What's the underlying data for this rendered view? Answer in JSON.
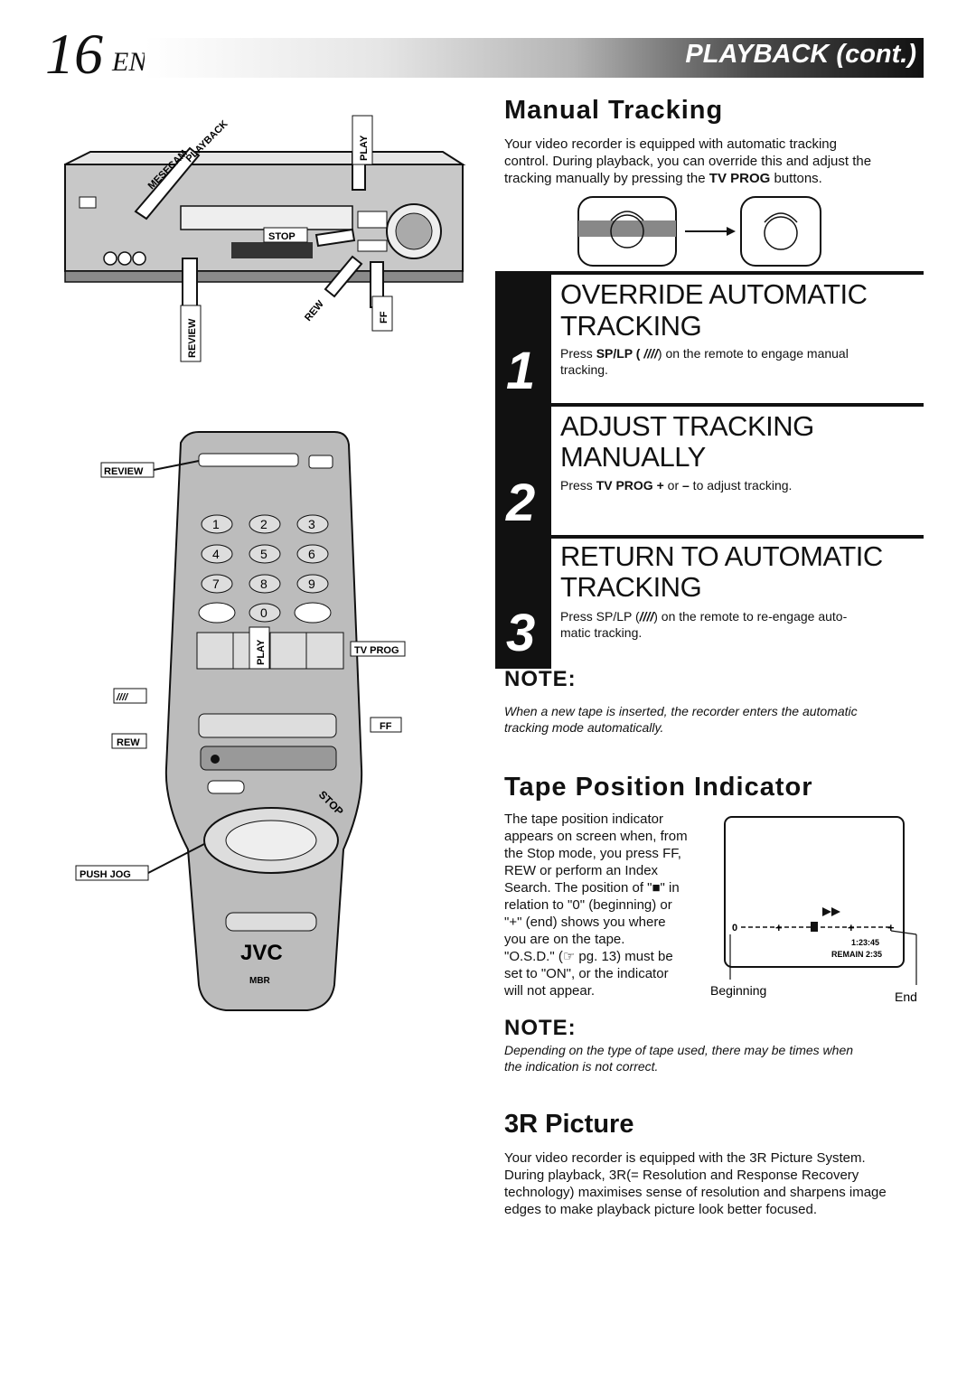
{
  "header": {
    "page_number": "16",
    "language": "EN",
    "section": "PLAYBACK (cont.)"
  },
  "manual_tracking": {
    "title": "Manual Tracking",
    "intro_1": "Your video recorder is equipped with automatic tracking",
    "intro_2": "control. During playback, you can override this and adjust the",
    "intro_3a": "tracking manually by pressing the ",
    "intro_3b": "TV PROG",
    "intro_3c": " buttons."
  },
  "steps": [
    {
      "number": "1",
      "title_1": "Override Automatic",
      "title_2": "Tracking",
      "text_a": "Press ",
      "text_b": "SP/LP (",
      "text_c": ") on the remote to engage manual",
      "text_d": "tracking."
    },
    {
      "number": "2",
      "title_1": "Adjust Tracking",
      "title_2": "Manually",
      "text_a": "Press ",
      "text_b": "TV PROG +",
      "text_c": " or ",
      "text_d": "–",
      "text_e": " to adjust tracking."
    },
    {
      "number": "3",
      "title_1": "Return To Automatic",
      "title_2": "Tracking",
      "text_a": "Press SP/LP (",
      "text_b": ") on the remote to re-engage auto-",
      "text_c": "matic tracking."
    }
  ],
  "note1": {
    "heading": "NOTE:",
    "text_1": "When a new tape is inserted, the recorder enters the automatic",
    "text_2": "tracking mode automatically."
  },
  "tape_position": {
    "title": "Tape Position Indicator",
    "lines": [
      "The tape position indicator",
      "appears on screen when, from",
      "the Stop mode, you press FF,",
      "REW or perform an Index",
      "Search. The position of \"■\" in",
      "relation to \"0\" (beginning) or",
      "\"+\" (end) shows you where",
      "you are on the tape.",
      "\"O.S.D.\" (☞ pg. 13) must be",
      "set to \"ON\", or the indicator",
      "will not appear."
    ],
    "screen_zero": "0",
    "screen_time": "1:23:45",
    "screen_remain": "REMAIN 2:35",
    "label_beginning": "Beginning",
    "label_end": "End"
  },
  "note2": {
    "heading": "NOTE:",
    "text_1": "Depending on the type of tape used, there may be times when",
    "text_2": "the indication is not correct."
  },
  "picture_3r": {
    "title": "3R Picture",
    "lines": [
      "Your video recorder is equipped with the 3R Picture System.",
      "During playback, 3R(= Resolution and Response Recovery",
      "technology) maximises sense of resolution and sharpens image",
      "edges to make playback picture look better focused."
    ]
  },
  "vcr_labels": {
    "mesecam": "MESECAM",
    "playback": "PLAYBACK",
    "play": "PLAY",
    "stop": "STOP",
    "rew": "REW",
    "ff": "FF",
    "review": "REVIEW"
  },
  "remote_labels": {
    "review": "REVIEW",
    "tv_prog": "TV PROG",
    "play": "PLAY",
    "ff": "FF",
    "rew": "REW",
    "stop": "STOP",
    "push_jog": "PUSH JOG",
    "brand": "JVC",
    "brand2": "MBR",
    "keys": [
      "1",
      "2",
      "3",
      "4",
      "5",
      "6",
      "7",
      "8",
      "9",
      "0"
    ]
  }
}
